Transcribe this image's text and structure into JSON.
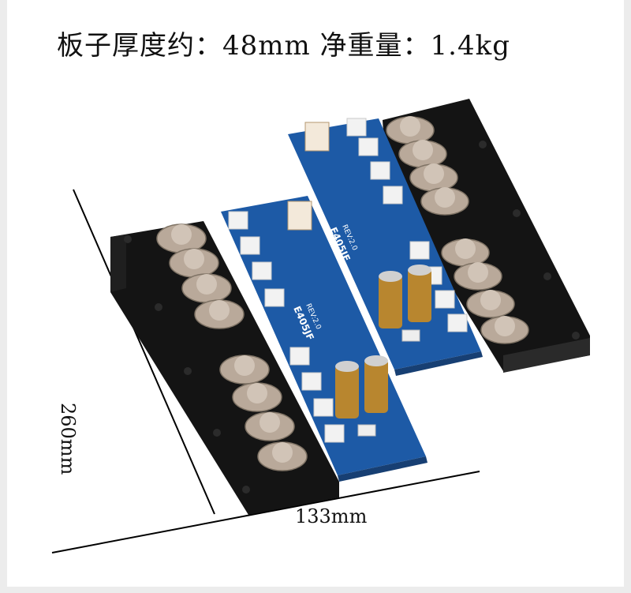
{
  "caption": "板子厚度约：48mm 净重量：1.4kg",
  "dimensions": {
    "width": "133mm",
    "length": "260mm"
  },
  "board": {
    "model": "E405JF",
    "revision": "REV:2.0"
  },
  "colors": {
    "heatsink": "#141414",
    "pcb": "#1d5aa6",
    "transistor": "#b9a99a",
    "capacitor": "#b8862f",
    "line": "#000000"
  }
}
